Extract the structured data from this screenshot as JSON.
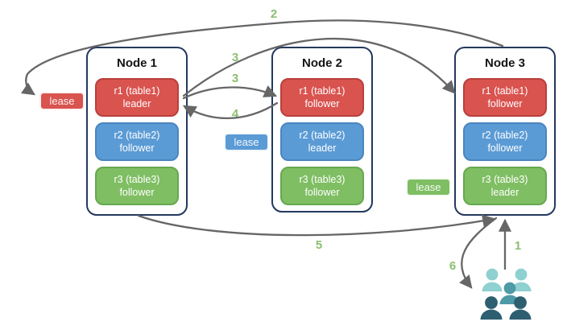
{
  "nodes": [
    {
      "title": "Node 1",
      "replicas": [
        {
          "range": "r1 (table1)",
          "role": "leader",
          "color": "#d9534f"
        },
        {
          "range": "r2 (table2)",
          "role": "follower",
          "color": "#5b9bd5"
        },
        {
          "range": "r3 (table3)",
          "role": "follower",
          "color": "#7fbe63"
        }
      ]
    },
    {
      "title": "Node 2",
      "replicas": [
        {
          "range": "r1 (table1)",
          "role": "follower",
          "color": "#d9534f"
        },
        {
          "range": "r2 (table2)",
          "role": "leader",
          "color": "#5b9bd5"
        },
        {
          "range": "r3 (table3)",
          "role": "follower",
          "color": "#7fbe63"
        }
      ]
    },
    {
      "title": "Node 3",
      "replicas": [
        {
          "range": "r1 (table1)",
          "role": "follower",
          "color": "#d9534f"
        },
        {
          "range": "r2 (table2)",
          "role": "follower",
          "color": "#5b9bd5"
        },
        {
          "range": "r3 (table3)",
          "role": "leader",
          "color": "#7fbe63"
        }
      ]
    }
  ],
  "leases": {
    "table1": "lease",
    "table2": "lease",
    "table3": "lease"
  },
  "steps": {
    "s1": "1",
    "s2": "2",
    "s3a": "3",
    "s3b": "3",
    "s4": "4",
    "s5": "5",
    "s6": "6"
  },
  "colors": {
    "replica_red": "#d9534f",
    "replica_blue": "#5b9bd5",
    "replica_green": "#7fbe63",
    "node_border": "#24395e",
    "arrow": "#666666",
    "step_number": "#8abf70",
    "users_light": "#8fd0d0",
    "users_medium": "#4e9aa6",
    "users_dark": "#2d5f70"
  }
}
